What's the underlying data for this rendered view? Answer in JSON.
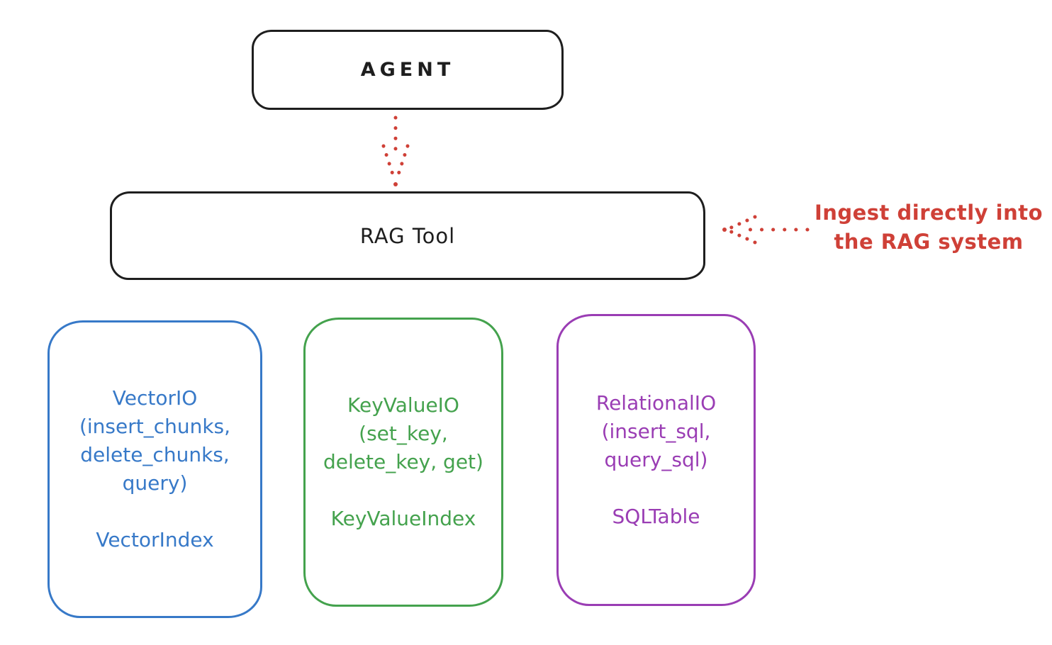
{
  "agent_box": {
    "label": "AGENT"
  },
  "rag_tool_box": {
    "label": "RAG Tool"
  },
  "annotation": {
    "line1": "Ingest directly into",
    "line2": "the RAG system"
  },
  "io_boxes": [
    {
      "lines": [
        "VectorIO",
        "(insert_chunks,",
        "delete_chunks,",
        "query)"
      ],
      "index_label": "VectorIndex",
      "color": "#3779c8"
    },
    {
      "lines": [
        "KeyValueIO",
        "(set_key,",
        "delete_key, get)"
      ],
      "index_label": "KeyValueIndex",
      "color": "#44a24d"
    },
    {
      "lines": [
        "RelationalIO",
        "(insert_sql,",
        "query_sql)"
      ],
      "index_label": "SQLTable",
      "color": "#9a3db4"
    }
  ],
  "colors": {
    "ink": "#1e1e1e",
    "accent_red": "#cf4037"
  }
}
